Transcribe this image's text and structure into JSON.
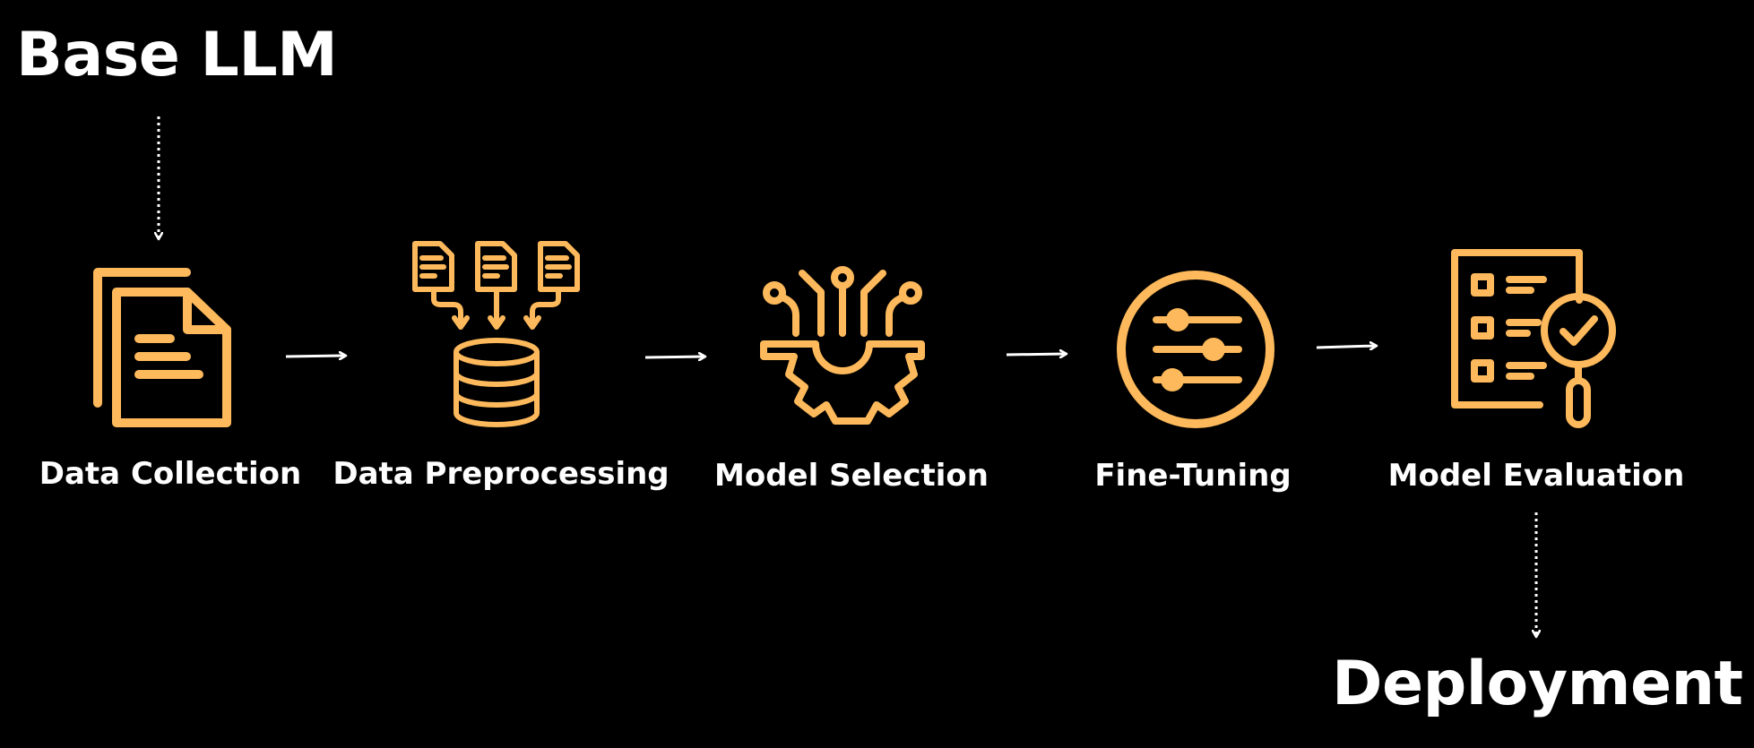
{
  "diagram": {
    "start_label": "Base LLM",
    "end_label": "Deployment",
    "steps": [
      {
        "label": "Data Collection",
        "icon": "documents-icon"
      },
      {
        "label": "Data Preprocessing",
        "icon": "database-icon"
      },
      {
        "label": "Model Selection",
        "icon": "gear-circuit-icon"
      },
      {
        "label": "Fine-Tuning",
        "icon": "sliders-icon"
      },
      {
        "label": "Model Evaluation",
        "icon": "checklist-magnifier-icon"
      }
    ],
    "colors": {
      "icon": "#FDB95B",
      "text": "#FFFFFF",
      "background": "#000000"
    }
  }
}
